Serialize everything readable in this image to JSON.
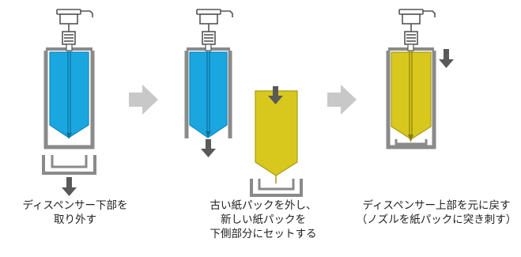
{
  "colors": {
    "blue_liquid": "#1aa7e0",
    "blue_edge": "#0d86bf",
    "yellow_liquid": "#d8c81e",
    "yellow_edge": "#a99b12",
    "frame": "#8a8a8a",
    "arrow_dark": "#595959",
    "arrow_light": "#c8c8c8",
    "pump_line": "#555555"
  },
  "steps": [
    {
      "lines": [
        "ディスペンサー下部を",
        "取り外す"
      ]
    },
    {
      "lines": [
        "古い紙パックを外し、",
        "新しい紙パックを",
        "下側部分にセットする"
      ]
    },
    {
      "lines": [
        "ディスペンサー上部を元に戻す",
        "（ノズルを紙パックに突き刺す）"
      ]
    }
  ]
}
